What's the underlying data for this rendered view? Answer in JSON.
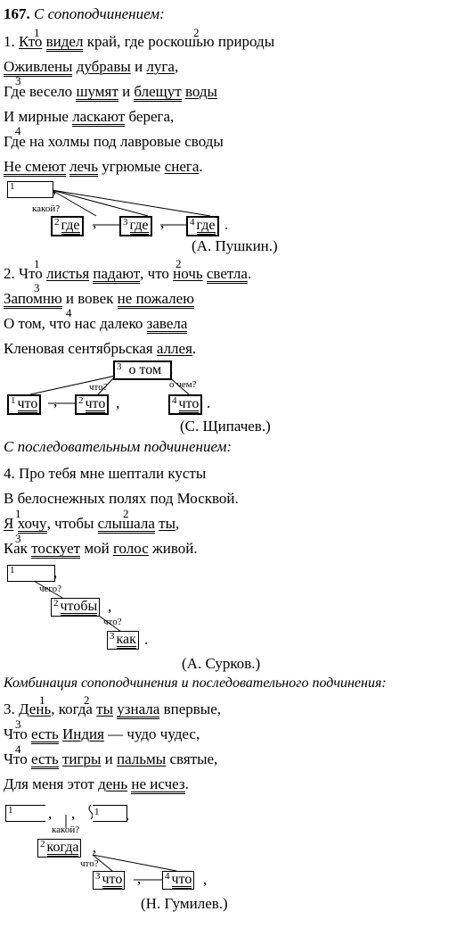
{
  "header": {
    "number": "167.",
    "title": "С сопоподчинением:"
  },
  "poem1": {
    "l1": {
      "num": "1.",
      "w1": "Кто",
      "w2": "видел",
      "rest": "край, где роскошью природы"
    },
    "l2": {
      "w1": "Оживлены",
      "w2": "дубравы",
      "mid": "и",
      "w3": "луга",
      "end": ","
    },
    "l3": {
      "pre": "Где весело",
      "w1": "шумят",
      "mid": "и",
      "w2": "блещут",
      "w3": "воды"
    },
    "l4": {
      "pre": "И мирные",
      "w1": "ласкают",
      "rest": "берега,"
    },
    "l5": {
      "text": "Где на холмы под лавровые своды"
    },
    "l6": {
      "w1": "Не смеют",
      "w2": "лечь",
      "mid": "угрюмые",
      "w3": "снега",
      "end": "."
    },
    "sups": [
      "1",
      "2",
      "3",
      "4"
    ],
    "scheme": {
      "q": "какой?",
      "b2": "где",
      "b3": "где",
      "b4": "где",
      "n2": "2",
      "n3": "3",
      "n4": "4",
      "n1": "1"
    },
    "author": "(А. Пушкин.)"
  },
  "poem2": {
    "l1": {
      "num": "2.",
      "w0": "Что",
      "w1": "листья",
      "w2": "падают",
      "mid": ", что",
      "w3": "ночь",
      "w4": "светла",
      "end": "."
    },
    "l2": {
      "w1": "Запомню",
      "mid": "и вовек",
      "w2": "не пожалею"
    },
    "l3": {
      "pre": "О том, что нас далеко",
      "w1": "завела"
    },
    "l4": {
      "pre": "Кленовая сентябрьская",
      "w1": "аллея",
      "end": "."
    },
    "sups": [
      "1",
      "2",
      "3",
      "4"
    ],
    "scheme": {
      "b3": "о том",
      "q1": "что?",
      "q2": "о чем?",
      "b1": "что",
      "b2": "что",
      "b4": "что",
      "n1": "1",
      "n2": "2",
      "n3": "3",
      "n4": "4"
    },
    "author": "(С. Щипачев.)"
  },
  "header2": "С последовательным подчинением:",
  "poem3": {
    "l1": {
      "text": "4. Про тебя мне шептали кусты"
    },
    "l2": {
      "text": "В белоснежных полях под Москвой."
    },
    "l3": {
      "w0": "Я",
      "w1": "хочу",
      "mid": ", чтобы",
      "w2": "слышала",
      "w3": "ты",
      "end": ","
    },
    "l4": {
      "pre": "Как",
      "w1": "тоскует",
      "mid": "мой",
      "w2": "голос",
      "end": "живой."
    },
    "sups": [
      "1",
      "2",
      "3"
    ],
    "scheme": {
      "q1": "чего?",
      "b2": "чтобы",
      "q2": "что?",
      "b3": "как",
      "n1": "1",
      "n2": "2",
      "n3": "3"
    },
    "author": "(А. Сурков.)"
  },
  "header3": "Комбинация сопоподчинения и последовательного подчинения:",
  "poem4": {
    "l1": {
      "num": "3.",
      "w1": "День",
      "mid": ", когда",
      "w2": "ты",
      "w3": "узнала",
      "end": "впервые,"
    },
    "l2": {
      "pre": "Что",
      "w1": "есть",
      "w2": "Индия",
      "end": "— чудо чудес,"
    },
    "l3": {
      "pre": "Что",
      "w1": "есть",
      "w2": "тигры",
      "mid": "и",
      "w3": "пальмы",
      "end": "святые,"
    },
    "l4": {
      "pre": "Для меня этот",
      "w1": "день",
      "w2": "не исчез",
      "end": "."
    },
    "sups": [
      "1",
      "2",
      "3",
      "4"
    ],
    "scheme": {
      "q1": "какой?",
      "b2": "когда",
      "q2": "что?",
      "b3": "что",
      "b4": "что",
      "n1": "1",
      "n2": "2",
      "n3": "3",
      "n4": "4"
    },
    "author": "(Н. Гумилев.)"
  }
}
